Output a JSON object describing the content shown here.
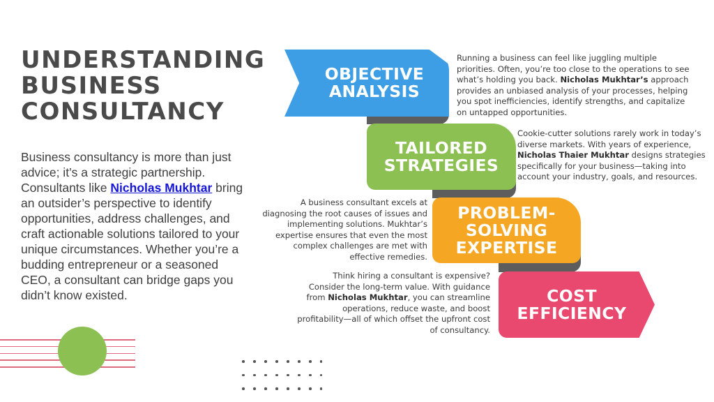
{
  "title": {
    "line1": "UNDERSTANDING",
    "line2": "BUSINESS",
    "line3": "CONSULTANCY"
  },
  "intro": {
    "before": "Business consultancy is more than just advice; it’s a strategic partnership. Consultants like ",
    "link": "Nicholas Mukhtar",
    "after": " bring an outsider’s perspective to identify opportunities, address challenges, and craft actionable solutions tailored to your unique circumstances. Whether you’re a budding entrepreneur or a seasoned CEO, a consultant can bridge gaps you didn’t know existed."
  },
  "steps": [
    {
      "line1": "OBJECTIVE",
      "line2": "ANALYSIS",
      "color": "#3d9ee6",
      "desc_before": "Running a business can feel like juggling multiple priorities. Often, you’re too close to the operations to see what’s holding you back. ",
      "desc_bold": "Nicholas Mukhtar’s",
      "desc_after": " approach provides an unbiased analysis of your processes, helping you spot inefficiencies, identify strengths, and capitalize on untapped opportunities."
    },
    {
      "line1": "TAILORED",
      "line2": "STRATEGIES",
      "color": "#8dc053",
      "desc_before": "Cookie-cutter solutions rarely work in today’s diverse markets. With years of experience, ",
      "desc_bold": "Nicholas Thaier Mukhtar",
      "desc_after": " designs strategies specifically for your business—taking into account your industry, goals, and resources."
    },
    {
      "line1": "PROBLEM-",
      "line2": "SOLVING",
      "line3": "EXPERTISE",
      "color": "#f5a623",
      "desc": "A business consultant excels at diagnosing the root causes of issues and implementing solutions. Mukhtar’s expertise ensures that even the most complex challenges are met with effective remedies."
    },
    {
      "line1": "COST",
      "line2": "EFFICIENCY",
      "color": "#e9486f",
      "desc_before": "Think hiring a consultant is expensive? Consider the long-term value. With guidance from ",
      "desc_bold": "Nicholas Mukhtar",
      "desc_after": ", you can streamline operations, reduce waste, and boost profitability—all of which offset the upfront cost of consultancy."
    }
  ],
  "colors": {
    "shadow": "#5d5d5d",
    "link": "#1515d6",
    "deco_line": "#e0697f",
    "deco_circle": "#8dc053"
  }
}
